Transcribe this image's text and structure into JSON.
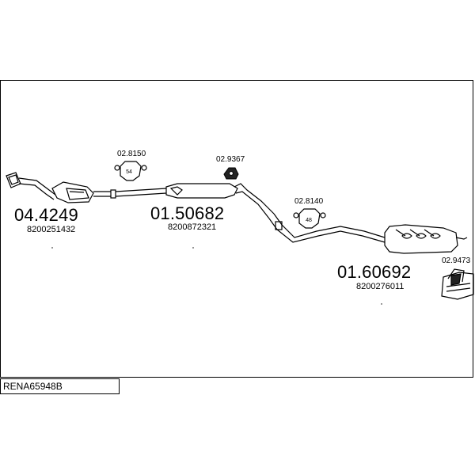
{
  "parts": [
    {
      "number": "04.4249",
      "oe": "8200251432"
    },
    {
      "number": "01.50682",
      "oe": "8200872321"
    },
    {
      "number": "01.60692",
      "oe": "8200276011"
    }
  ],
  "accessories": [
    {
      "number": "02.8150",
      "mark": "54"
    },
    {
      "number": "02.9367",
      "mark": ""
    },
    {
      "number": "02.8140",
      "mark": "48"
    },
    {
      "number": "02.9473",
      "mark": ""
    }
  ],
  "diagram_code": "RENA65948B"
}
